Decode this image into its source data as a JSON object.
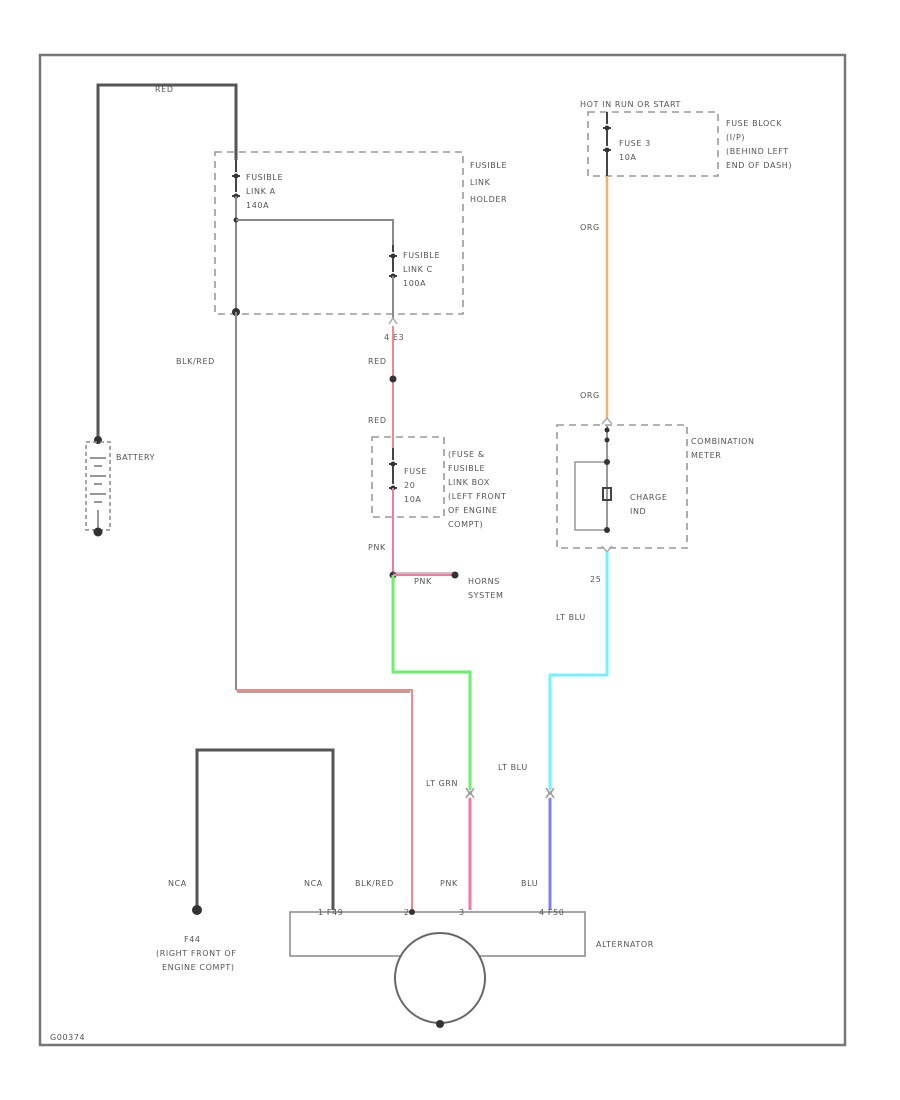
{
  "labels": {
    "red_top": "RED",
    "fusible_link_a": [
      "FUSIBLE",
      "LINK A",
      "140A"
    ],
    "fusible_link_holder": [
      "FUSIBLE",
      "LINK",
      "HOLDER"
    ],
    "fusible_link_c": [
      "FUSIBLE",
      "LINK C",
      "100A"
    ],
    "connector_e3": "4  E3",
    "blk_red_left": "BLK/RED",
    "red_1": "RED",
    "red_2": "RED",
    "battery": "BATTERY",
    "fuse_box_desc": [
      "(FUSE &",
      "FUSIBLE",
      "LINK BOX",
      "(LEFT FRONT",
      "OF ENGINE",
      "COMPT)"
    ],
    "fuse_20": [
      "FUSE",
      "20",
      "10A"
    ],
    "pnk_vertical": "PNK",
    "pnk_horiz": "PNK",
    "horns": [
      "HORNS",
      "SYSTEM"
    ],
    "hot_in_run": "HOT IN RUN OR START",
    "fuse_3": [
      "FUSE 3",
      "10A"
    ],
    "fuse_block": [
      "FUSE BLOCK",
      "(I/P)",
      "(BEHIND LEFT",
      "END OF DASH)"
    ],
    "org_1": "ORG",
    "org_2": "ORG",
    "combination_meter": [
      "COMBINATION",
      "METER"
    ],
    "charge_ind": [
      "CHARGE",
      "IND"
    ],
    "connector_25": "25",
    "lt_blu_1": "LT BLU",
    "lt_grn": "LT GRN",
    "lt_blu_2": "LT BLU",
    "nca_1": "NCA",
    "nca_2": "NCA",
    "blk_red_bottom": "BLK/RED",
    "pnk_bottom": "PNK",
    "blu": "BLU",
    "alternator": "ALTERNATOR",
    "pins": [
      "1  F49",
      "2",
      "3",
      "4  F50"
    ],
    "f44": [
      "F44",
      "(RIGHT FRONT OF",
      "ENGINE COMPT)"
    ],
    "diagram_id": "G00374"
  },
  "colors": {
    "wire_gray": "#8a8a8a",
    "wire_red": "#f08a8a",
    "wire_pink": "#f07aa0",
    "wire_orange": "#f5b070",
    "wire_green": "#6cf06c",
    "wire_lt_blue": "#72f2ff",
    "wire_blue": "#8080f0",
    "dark": "#555555"
  }
}
